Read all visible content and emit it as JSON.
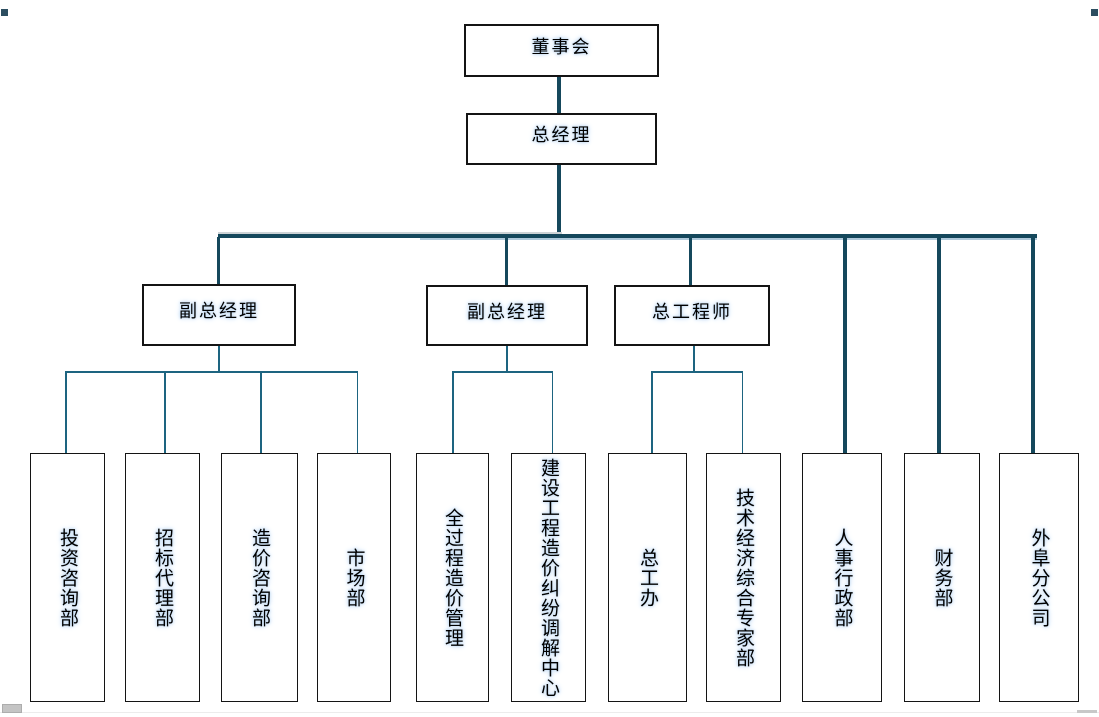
{
  "org_chart": {
    "type": "org-hierarchy",
    "board": {
      "label": "董事会"
    },
    "general_manager": {
      "label": "总经理"
    },
    "managers": [
      {
        "id": "deputy-gm-1",
        "label": "副总经理",
        "departments": [
          "投资咨询部",
          "招标代理部",
          "造价咨询部",
          "市场部"
        ]
      },
      {
        "id": "deputy-gm-2",
        "label": "副总经理",
        "departments": [
          "全过程造价管理",
          "建设工程造价纠纷调解中心"
        ]
      },
      {
        "id": "chief-engineer",
        "label": "总工程师",
        "departments": [
          "总工办",
          "技术经济综合专家部"
        ]
      }
    ],
    "direct_departments": [
      "人事行政部",
      "财务部",
      "外阜分公司"
    ]
  },
  "colors": {
    "connector_dark": "#15485c",
    "connector_thin": "#1d6480",
    "connector_highlight": "#afc9db",
    "box_border": "#141414",
    "text": "#000000",
    "text_glow": "#b9d5f0",
    "background": "#ffffff"
  }
}
